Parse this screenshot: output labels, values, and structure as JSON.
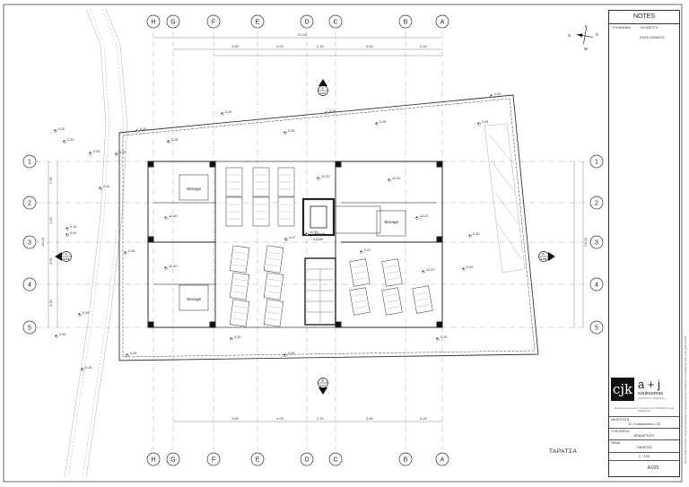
{
  "grid": {
    "col_labels": [
      "H",
      "G",
      "F",
      "E",
      "D",
      "C",
      "B",
      "A"
    ],
    "row_labels": [
      "1",
      "2",
      "3",
      "4",
      "5"
    ],
    "col_dims": [
      "3.65",
      "4.00",
      "2.30",
      "3.65",
      "3.45"
    ],
    "overall_dim": "23.40",
    "side_dims": [
      "2.65",
      "1.60",
      "3.60",
      "3.00"
    ],
    "side_total": "14.00"
  },
  "levels": [
    "0.25",
    "0.20",
    "0.15",
    "0.10",
    "0.05",
    "0.00",
    "0.28",
    "0.30",
    "0.35",
    "0.26",
    "0.29",
    "0.37",
    "12.20",
    "12.35",
    "12.37",
    "12.40",
    "12.42",
    "12.43"
  ],
  "rooms": {
    "storage": "Storage",
    "mech": "Mech.",
    "mech_area": "5.02m²"
  },
  "section_marks": [
    "A",
    "B",
    "A107",
    "A109"
  ],
  "compass": {
    "n": "N",
    "s": "S",
    "w": "W",
    "e": "E"
  },
  "titleblock": {
    "notes": "NOTES",
    "legend_heading": "ΥΠΟΜΝΗΜΑ",
    "legend_items": [
      "ΥΨΟΜΕΤΡΟ",
      "ΚΛΙΣΗ ΔΩΜΑΤΟΣ"
    ],
    "logo_mark": "cjk",
    "logo_name": "a + j",
    "logo_sub": "soukoumas",
    "logo_tag": "architecture & engineering",
    "address": "Δημοσίου Δηλώσεων 6, Λευκωσία | tel: 22 000000 | email: info@aj.com",
    "client_label": "ΙΔΙΟΚΤΗΤΗΣ",
    "client": "JC Construction LTD",
    "project_label": "ΤΟΠΟΘΕΣΙΑ",
    "project": "ΑΡΑΔΙΠΠΟΥ",
    "drawing_label": "ΘΕΜΑ",
    "drawing": "ΤΑΡΑΤΣΑ",
    "scale": "1 : 100",
    "sheet_no": "A105",
    "sheet_title": "ΤΑΡΑΤΣΑ"
  },
  "vertical_note": "Όλα τα σχέδια αποτελούν πνευματική ιδιοκτησία του γραφείου και δεν επιτρέπεται η αναπαραγωγή τους χωρίς γραπτή άδεια"
}
